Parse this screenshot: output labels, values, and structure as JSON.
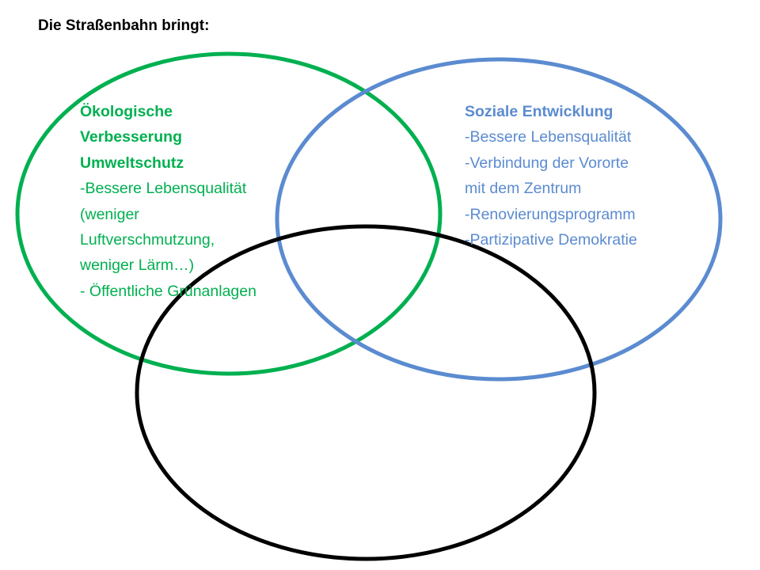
{
  "title": "Die Straßenbahn bringt:",
  "colors": {
    "green": "#00b050",
    "blue": "#5b8bd0",
    "black": "#000000",
    "background": "#ffffff"
  },
  "circles": [
    {
      "id": "ecology",
      "color_key": "green",
      "heading_lines": [
        "Ökologische",
        "Verbesserung",
        "Umweltschutz"
      ],
      "lines": [
        "-Bessere Lebensqualität",
        "(weniger",
        "Luftverschmutzung,",
        "weniger Lärm…)",
        "- Öffentliche Grünanlagen"
      ]
    },
    {
      "id": "social",
      "color_key": "blue",
      "heading_lines": [
        "Soziale Entwicklung"
      ],
      "lines": [
        "-Bessere Lebensqualität",
        "-Verbindung der Vororte",
        "mit dem Zentrum",
        "-Renovierungsprogramm",
        "-Partizipative Demokratie"
      ]
    },
    {
      "id": "third",
      "color_key": "black",
      "heading_lines": [],
      "lines": []
    }
  ]
}
